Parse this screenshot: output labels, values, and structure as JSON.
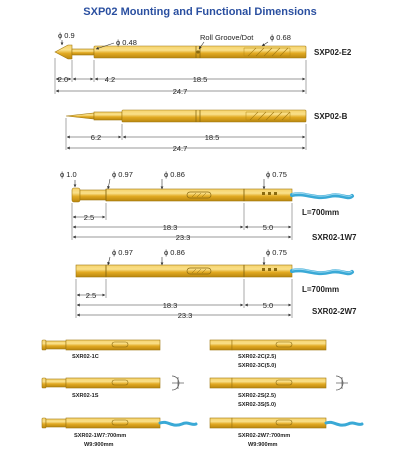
{
  "title": "SXP02 Mounting and Functional Dimensions",
  "e2": {
    "name": "SXP02-E2",
    "phi_09": "ϕ 0.9",
    "phi_048": "ϕ 0.48",
    "roll_groove": "Roll Groove/Dot",
    "phi_068": "ϕ 0.68",
    "d_20": "2.0",
    "d_42": "4.2",
    "d_185": "18.5",
    "d_247": "24.7"
  },
  "b": {
    "name": "SXP02-B",
    "d_62": "6.2",
    "d_185": "18.5",
    "d_247": "24.7"
  },
  "w1": {
    "name": "SXR02-1W7",
    "phi_10": "ϕ 1.0",
    "phi_097": "ϕ 0.97",
    "phi_086": "ϕ 0.86",
    "phi_075": "ϕ 0.75",
    "length": "L=700mm",
    "d_25": "2.5",
    "d_183": "18.3",
    "d_50": "5.0",
    "d_233": "23.3"
  },
  "w2": {
    "name": "SXR02-2W7",
    "phi_097": "ϕ 0.97",
    "phi_086": "ϕ 0.86",
    "phi_075": "ϕ 0.75",
    "length": "L=700mm",
    "d_25": "2.5",
    "d_183": "18.3",
    "d_50": "5.0",
    "d_233": "23.3"
  },
  "variants": {
    "v1c": "SXR02-1C",
    "v2c_a": "SXR02-2C(2.5)",
    "v2c_b": "SXR02-3C(5.0)",
    "v1s": "SXR02-1S",
    "v2s_a": "SXR02-2S(2.5)",
    "v2s_b": "SXR02-3S(5.0)",
    "v1w_a": "SXR02-1W7:700mm",
    "v1w_b": "W9:900mm",
    "v2w_a": "SXR02-2W7:700mm",
    "v2w_b": "W9:900mm"
  },
  "colors": {
    "gold": "#e8b72a",
    "title": "#2a4fa0",
    "wire": "#3aa9d6"
  }
}
